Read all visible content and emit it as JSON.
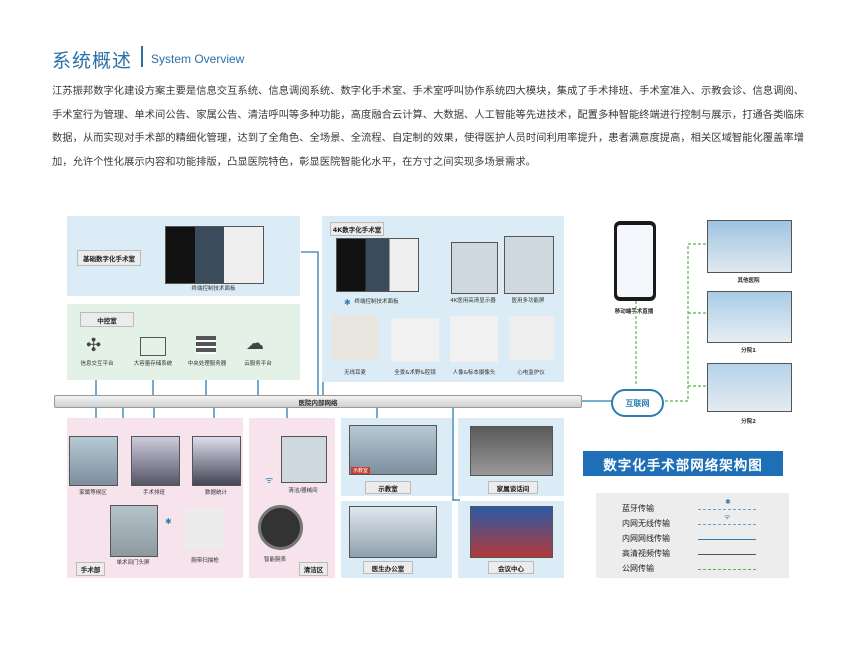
{
  "header": {
    "title": "系统概述",
    "subtitle": "System Overview"
  },
  "intro": "江苏振邦数字化建设方案主要是信息交互系统、信息调阅系统、数字化手术室、手术室呼叫协作系统四大模块，集成了手术排班、手术室准入、示教会诊、信息调阅、手术室行为管理、单术间公告、家属公告、清洁呼叫等多种功能，高度融合云计算、大数据、人工智能等先进技术，配置多种智能终端进行控制与展示，打通各类临床数据，从而实现对手术部的精细化管理，达到了全角色、全场景、全流程、自定制的效果，使得医护人员时间利用率提升，患者满意度提高，相关区域智能化覆盖率增加，允许个性化展示内容和功能排版，凸显医院特色，彰显医院智能化水平，在方寸之间实现多场景需求。",
  "diagram": {
    "basic_or": {
      "label": "基础数字化手术室",
      "caption": "终端控制技术面板"
    },
    "or4k": {
      "label": "4K数字化手术室",
      "items": [
        "终端控制技术面板",
        "4K医用高清显示器",
        "医用多功能屏",
        "无线耳麦",
        "全景&术野&腔镜",
        "人像&标本摄像头",
        "心电监护仪"
      ]
    },
    "control": {
      "label": "中控室",
      "items": [
        "信息交互平台",
        "大容量存储系统",
        "中央处理服务器",
        "云服务平台"
      ]
    },
    "bus": "医院内部网络",
    "internet": "互联网",
    "mobile": "移动端手术直播",
    "hospitals": [
      "其他医院",
      "分院1",
      "分院2"
    ],
    "surgery": {
      "label": "手术部",
      "items": [
        "家属等候区",
        "手术排班",
        "数据统计",
        "单术间门头屏",
        "腕带扫描枪"
      ]
    },
    "clean": {
      "label": "清洁区",
      "items": [
        "清洁/器械间",
        "智能腕表"
      ]
    },
    "rooms": [
      "示教室",
      "家属谈话间",
      "医生办公室",
      "会议中心"
    ],
    "room_tag": "示教室",
    "main_title": "数字化手术部网络架构图",
    "legend": [
      {
        "label": "蓝牙传输",
        "style": "dashed",
        "color": "#6a9fd0"
      },
      {
        "label": "内网无线传输",
        "style": "dashed",
        "color": "#6a9fd0"
      },
      {
        "label": "内网网线传输",
        "style": "solid",
        "color": "#2d7db3"
      },
      {
        "label": "高清视频传输",
        "style": "solid",
        "color": "#555555"
      },
      {
        "label": "公网传输",
        "style": "dashed",
        "color": "#55b74a"
      }
    ]
  }
}
